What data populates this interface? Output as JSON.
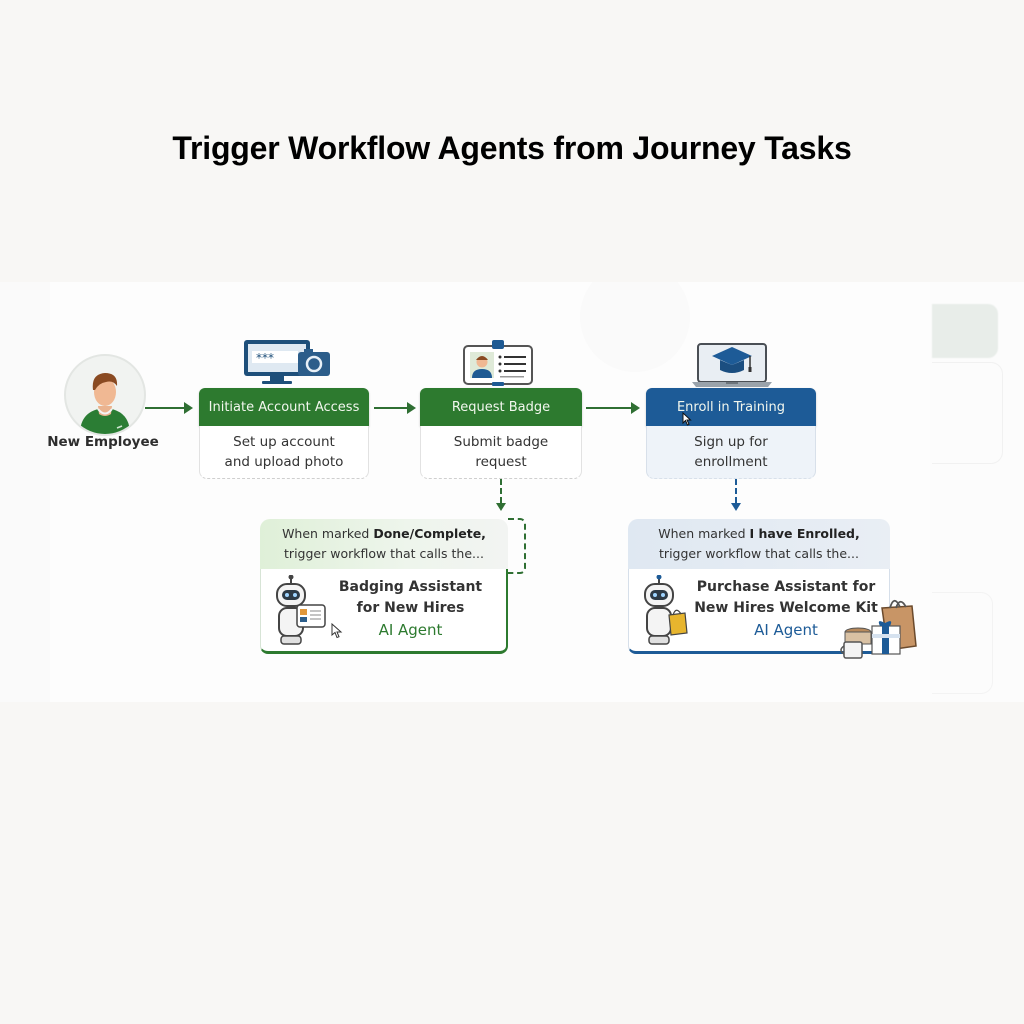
{
  "title": "Trigger Workflow Agents from Journey Tasks",
  "employee": {
    "label": "New Employee",
    "icon": "person-avatar-icon"
  },
  "tasks": [
    {
      "title": "Initiate Account Access",
      "description_lines": [
        "Set up account",
        "and upload photo"
      ],
      "icon": "monitor-camera-icon",
      "color": "#2d7a2f"
    },
    {
      "title": "Request Badge",
      "description_lines": [
        "Submit badge",
        "request"
      ],
      "icon": "id-badge-icon",
      "color": "#2d7a2f"
    },
    {
      "title": "Enroll in Training",
      "description_lines": [
        "Sign up for",
        "enrollment"
      ],
      "icon": "laptop-graduation-icon",
      "color": "#1d5b97"
    }
  ],
  "agents": [
    {
      "trigger_prefix": "When marked ",
      "trigger_status": "Done/Complete,",
      "trigger_suffix": "trigger workflow that calls the...",
      "name_lines": [
        "Badging Assistant",
        "for New Hires"
      ],
      "type": "AI Agent",
      "icon": "robot-badge-icon",
      "color": "#2d7a2f"
    },
    {
      "trigger_prefix": "When marked ",
      "trigger_status": "I have Enrolled,",
      "trigger_suffix": "trigger workflow that calls the...",
      "name_lines": [
        "Purchase Assistant for",
        "New Hires Welcome Kit"
      ],
      "type": "AI Agent",
      "icon": "robot-shopping-bag-icon",
      "color": "#1d5b97"
    }
  ],
  "colors": {
    "green": "#2d7a2f",
    "blue": "#1d5b97",
    "background": "#f8f7f5"
  }
}
